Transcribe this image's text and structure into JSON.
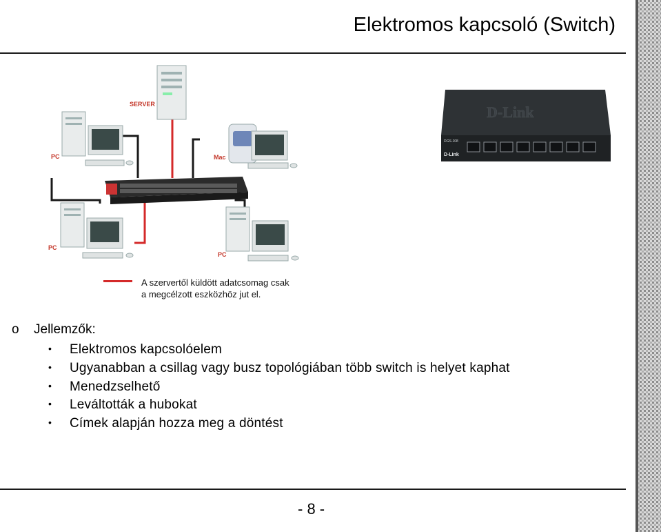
{
  "slide": {
    "title": "Elektromos kapcsoló (Switch)",
    "page_number": "- 8 -"
  },
  "diagram": {
    "labels": {
      "server": "SERVER",
      "mac": "Mac",
      "pc_top_left": "PC",
      "pc_bottom_left": "PC",
      "pc_bottom_right": "PC"
    },
    "caption": {
      "line1": "A szervertől küldött adatcsomag csak",
      "line2": "a megcélzott eszközhöz jut el."
    },
    "colors": {
      "data_path": "#d42a2a",
      "cable": "#1a1a1a"
    }
  },
  "product_photo": {
    "logo": "D-Link",
    "model": "DGS-108"
  },
  "features": {
    "marker": "o",
    "heading": "Jellemzők:",
    "bullet": "•",
    "items": [
      "Elektromos kapcsolóelem",
      "Ugyanabban a csillag vagy busz topológiában több switch is helyet kaphat",
      "Menedzselhető",
      "Leváltották a hubokat",
      "Címek alapján hozza meg a döntést"
    ]
  }
}
